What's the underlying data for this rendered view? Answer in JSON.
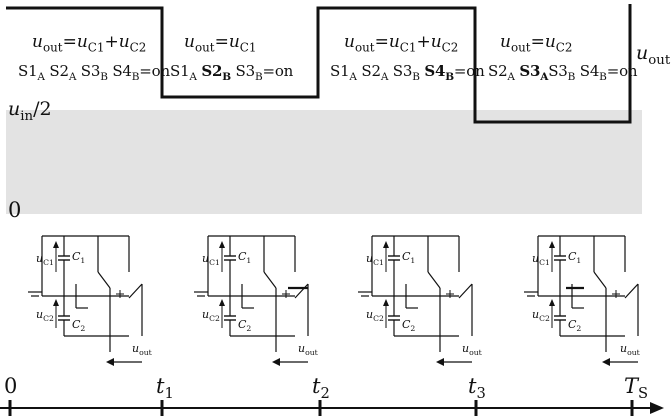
{
  "phases": [
    {
      "equation": {
        "lhs": "u",
        "lhs_sub": "out",
        "rhs_parts": [
          {
            "v": "u",
            "s": "C1"
          },
          {
            "v": "u",
            "s": "C2"
          }
        ]
      },
      "switches": [
        {
          "name": "S1",
          "sub": "A",
          "bold": false
        },
        {
          "name": "S2",
          "sub": "A",
          "bold": false
        },
        {
          "name": "S3",
          "sub": "B",
          "bold": false
        },
        {
          "name": "S4",
          "sub": "B",
          "bold": false
        }
      ],
      "state": "=on",
      "level": "high"
    },
    {
      "equation": {
        "lhs": "u",
        "lhs_sub": "out",
        "rhs_parts": [
          {
            "v": "u",
            "s": "C1"
          }
        ]
      },
      "switches": [
        {
          "name": "S1",
          "sub": "A",
          "bold": false
        },
        {
          "name": "S2",
          "sub": "B",
          "bold": true
        },
        {
          "name": "S3",
          "sub": "B",
          "bold": false
        }
      ],
      "state": "=on",
      "level": "mid"
    },
    {
      "equation": {
        "lhs": "u",
        "lhs_sub": "out",
        "rhs_parts": [
          {
            "v": "u",
            "s": "C1"
          },
          {
            "v": "u",
            "s": "C2"
          }
        ]
      },
      "switches": [
        {
          "name": "S1",
          "sub": "A",
          "bold": false
        },
        {
          "name": "S2",
          "sub": "A",
          "bold": false
        },
        {
          "name": "S3",
          "sub": "B",
          "bold": false
        },
        {
          "name": "S4",
          "sub": "B",
          "bold": true
        }
      ],
      "state": "=on",
      "level": "high"
    },
    {
      "equation": {
        "lhs": "u",
        "lhs_sub": "out",
        "rhs_parts": [
          {
            "v": "u",
            "s": "C2"
          }
        ]
      },
      "switches": [
        {
          "name": "S2",
          "sub": "A",
          "bold": false
        },
        {
          "name": "S3",
          "sub": "A",
          "bold": true
        },
        {
          "name": "S3",
          "sub": "B",
          "bold": false
        },
        {
          "name": "S4",
          "sub": "B",
          "bold": false
        }
      ],
      "state": "=on",
      "level": "low"
    }
  ],
  "labels": {
    "uout_main": "u",
    "uout_main_sub": "out",
    "uin_half": "u",
    "uin_half_sub": "in",
    "uin_half_tail": "/2",
    "zero_level": "0",
    "circuit_uc1": "u",
    "circuit_uc1_sub": "C1",
    "circuit_uc2": "u",
    "circuit_uc2_sub": "C2",
    "circuit_c1": "C",
    "circuit_c1_sub": "1",
    "circuit_c2": "C",
    "circuit_c2_sub": "2",
    "circuit_uout": "u",
    "circuit_uout_sub": "out"
  },
  "time_axis": {
    "ticks": [
      {
        "label": "0",
        "sub": ""
      },
      {
        "label": "t",
        "sub": "1"
      },
      {
        "label": "t",
        "sub": "2"
      },
      {
        "label": "t",
        "sub": "3"
      },
      {
        "label": "T",
        "sub": "S"
      }
    ]
  },
  "colors": {
    "band": "#e3e3e3",
    "wave": "#111111"
  }
}
